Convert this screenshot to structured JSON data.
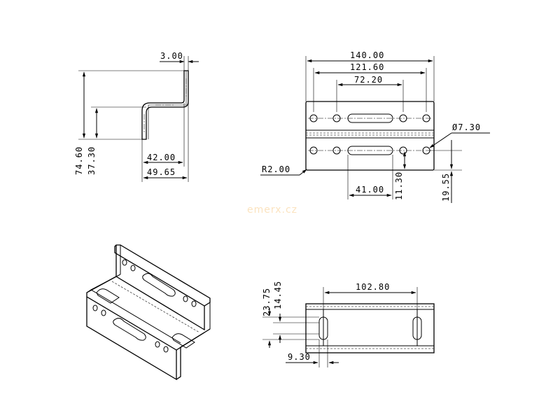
{
  "watermark": "emerx.cz",
  "side_view": {
    "thickness": "3.00",
    "height_total": "74.60",
    "height_step": "37.30",
    "width_inner": "42.00",
    "width_outer": "49.65"
  },
  "front_view": {
    "length_total": "140.00",
    "hole_span_outer": "121.60",
    "hole_span_inner": "72.20",
    "hole_diameter": "Ø7.30",
    "corner_radius": "R2.00",
    "slot_length": "41.00",
    "hole_offset_y": "11.30",
    "hole_row_height": "19.55"
  },
  "bottom_view": {
    "slot_span": "102.80",
    "height_outer": "23.75",
    "height_inner": "14.45",
    "slot_width": "9.30"
  }
}
